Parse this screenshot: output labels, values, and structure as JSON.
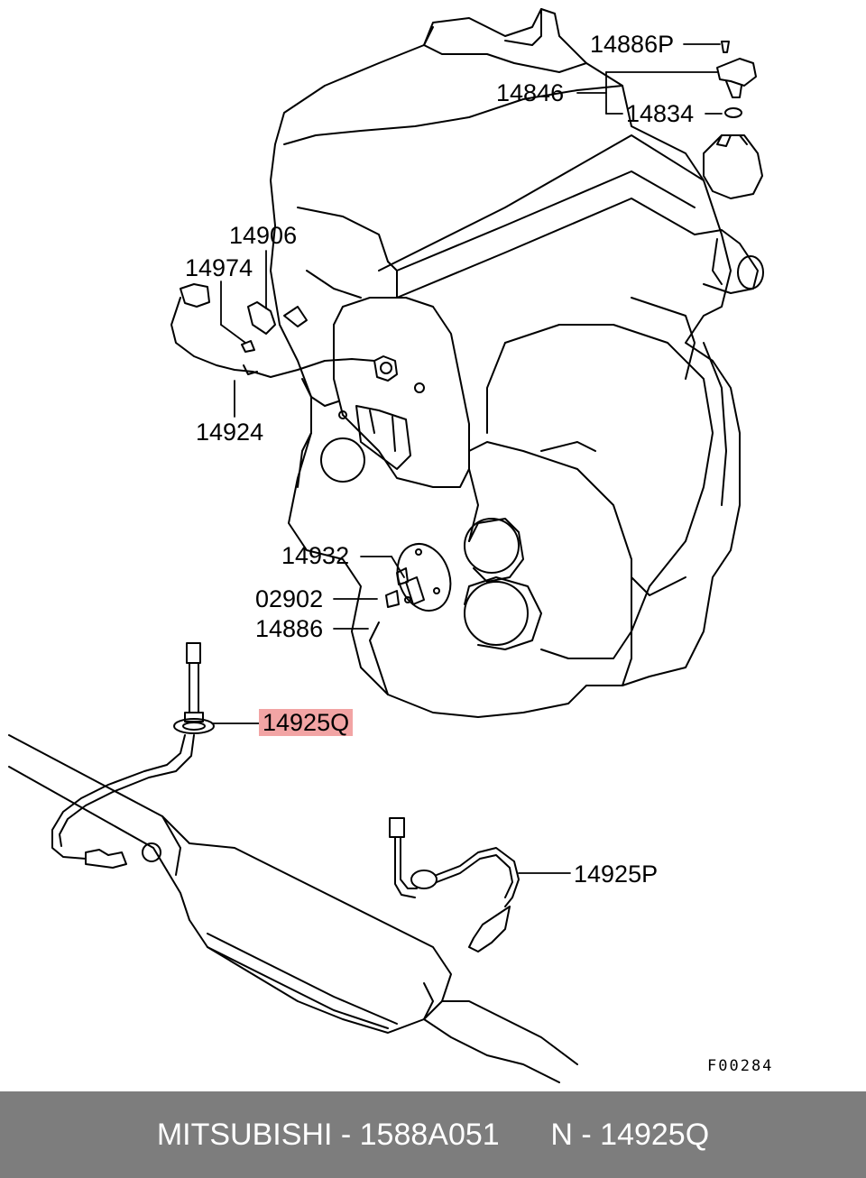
{
  "callouts": {
    "c14886P": "14886P",
    "c14846": "14846",
    "c14834": "14834",
    "c14906": "14906",
    "c14974": "14974",
    "c14924": "14924",
    "c14932": "14932",
    "c02902": "02902",
    "c14886": "14886",
    "c14925Q": "14925Q",
    "c14925P": "14925P"
  },
  "figure_code": "F00284",
  "footer": {
    "brand": "MITSUBISHI",
    "separator": " - ",
    "part_number": "1588A051",
    "ref_prefix": "N - ",
    "ref": "14925Q"
  },
  "colors": {
    "highlight": "#f2a4a4",
    "footer_bg": "#7d7d7d",
    "footer_text": "#ffffff"
  }
}
